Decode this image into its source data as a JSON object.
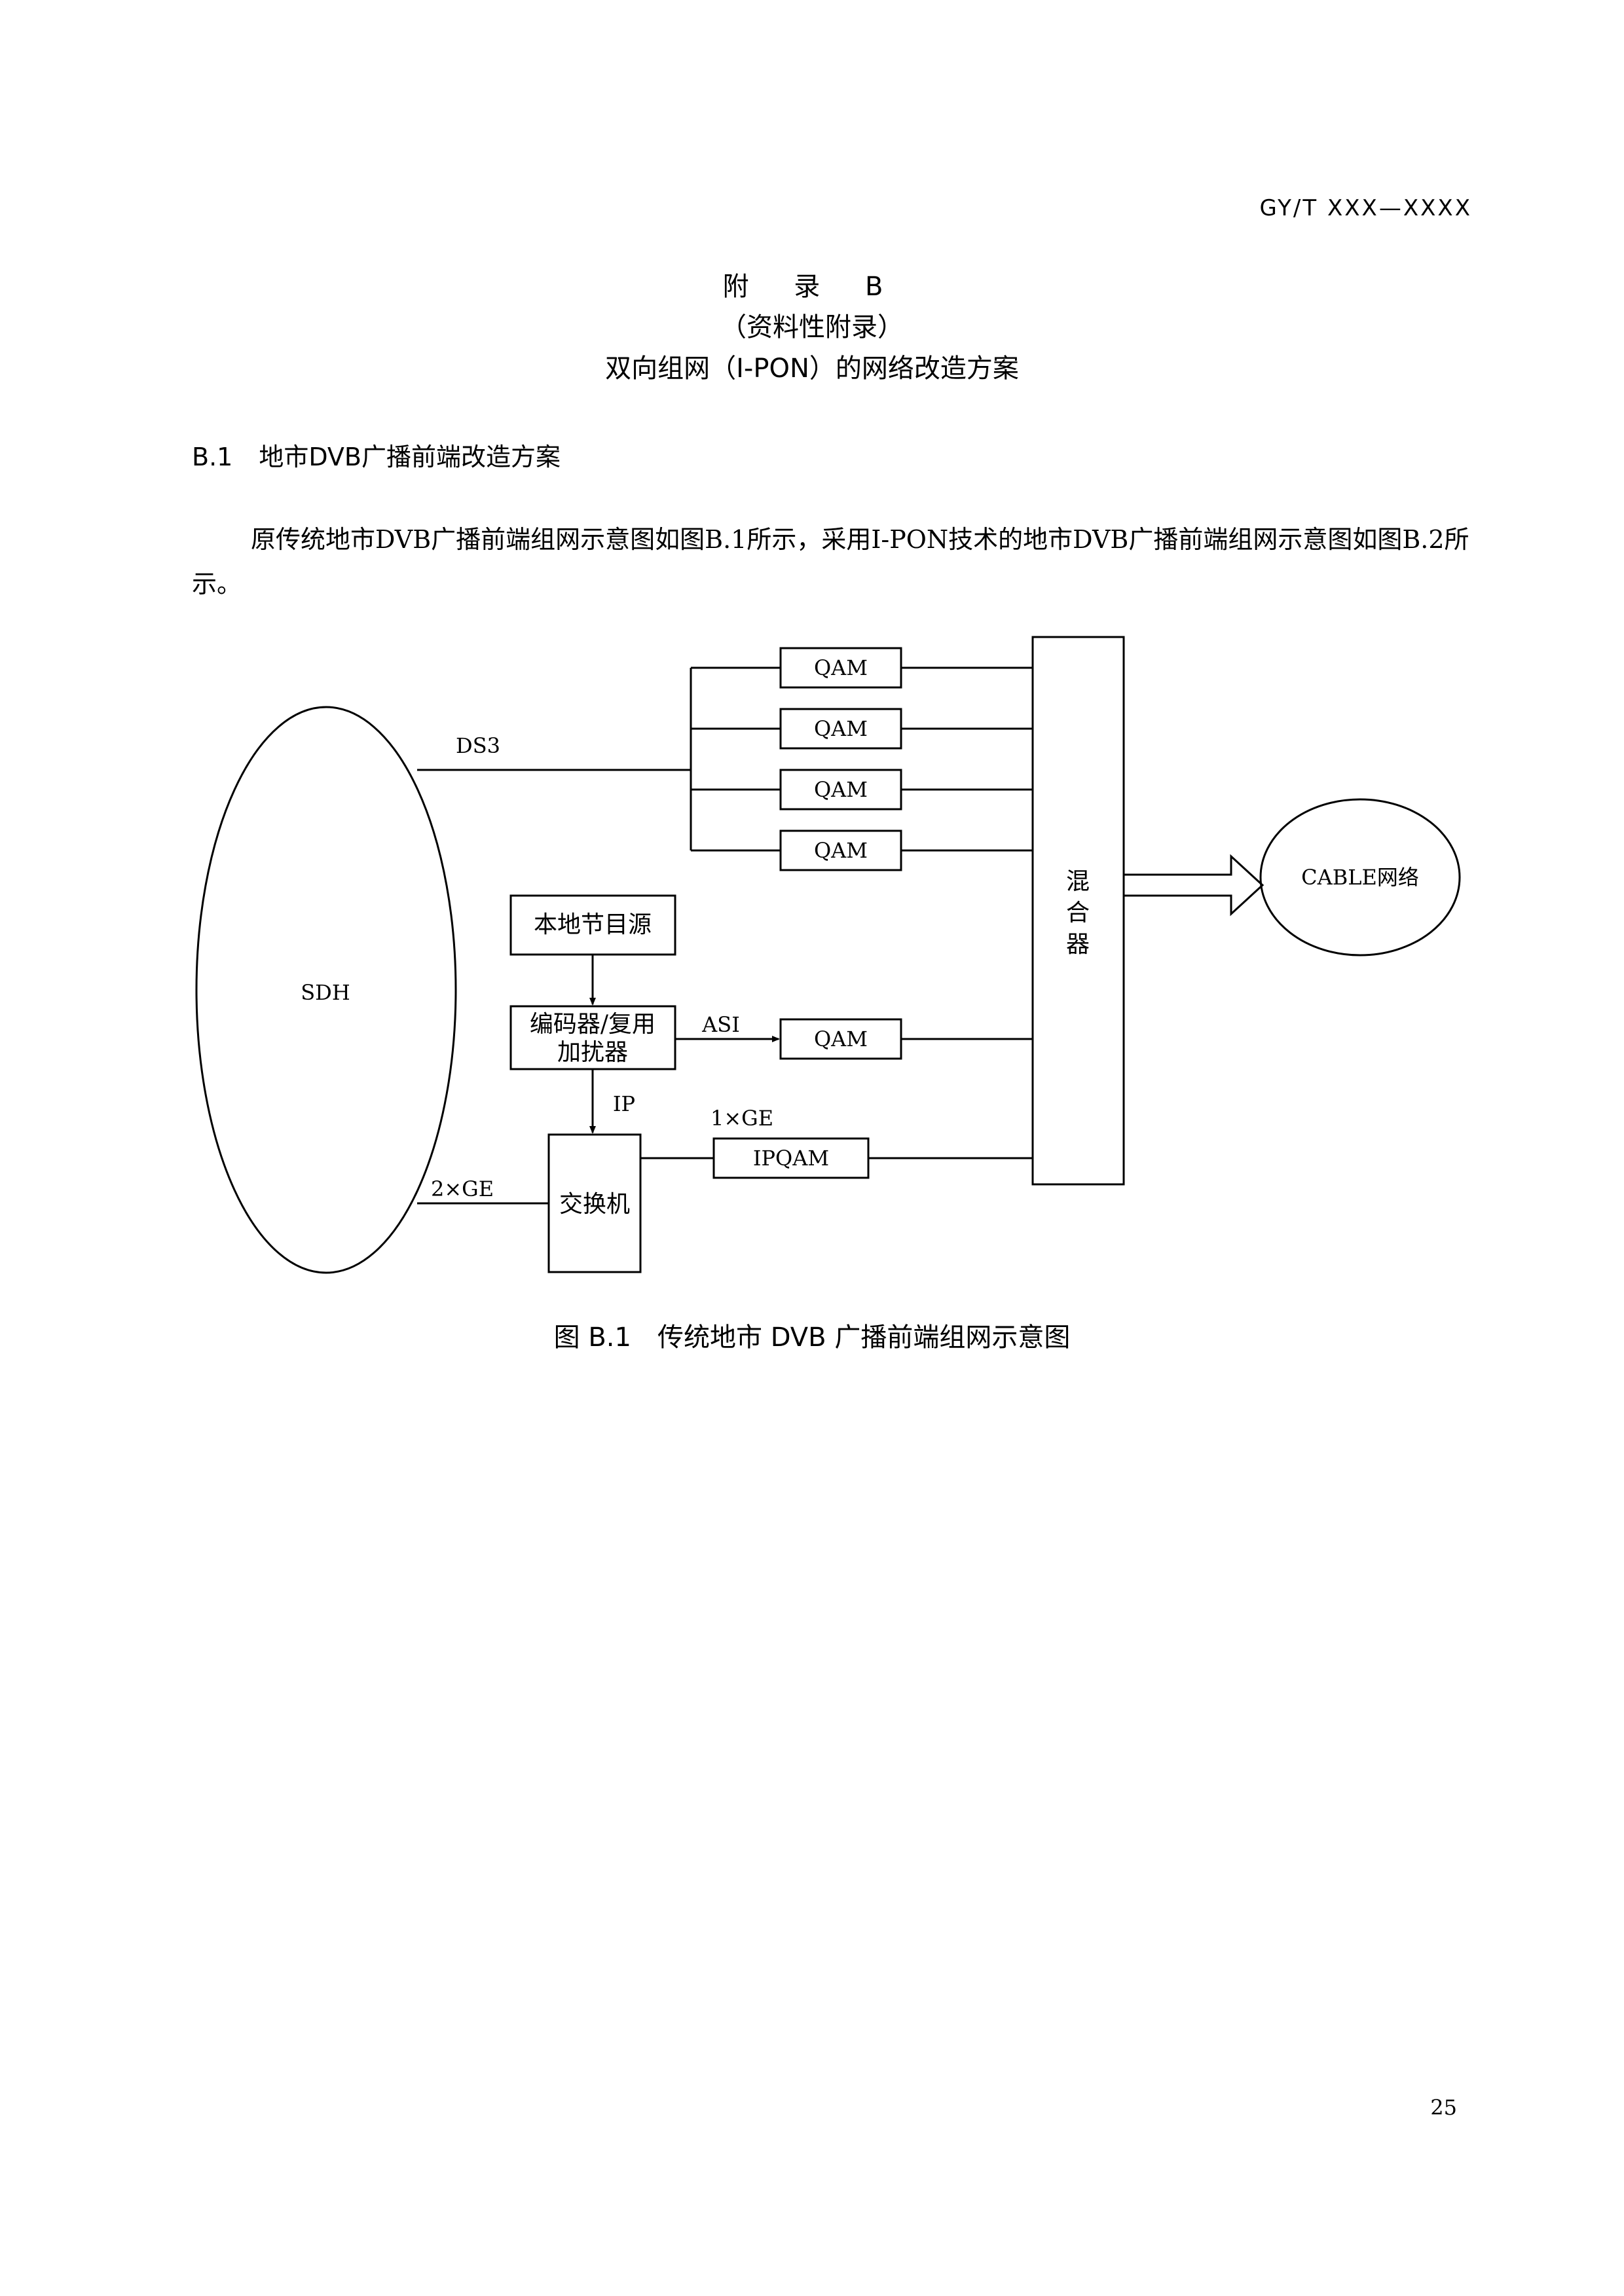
{
  "header": {
    "doc_code": "GY/T XXX—XXXX"
  },
  "appendix": {
    "title": "附 录 B",
    "subtitle": "（资料性附录）",
    "name": "双向组网（I-PON）的网络改造方案"
  },
  "section": {
    "number": "B.1",
    "title": "地市DVB广播前端改造方案",
    "paragraph": "原传统地市DVB广播前端组网示意图如图B.1所示，采用I-PON技术的地市DVB广播前端组网示意图如图B.2所示。"
  },
  "diagram": {
    "sdh_label": "SDH",
    "ds3_label": "DS3",
    "qam_labels": [
      "QAM",
      "QAM",
      "QAM",
      "QAM"
    ],
    "mixer_label": "混合器",
    "cable_label": "CABLE网络",
    "source_label": "本地节目源",
    "encoder_label_line1": "编码器/复用",
    "encoder_label_line2": "加扰器",
    "asi_label": "ASI",
    "asi_qam_label": "QAM",
    "ip_label": "IP",
    "ge1_label": "1×GE",
    "ipqam_label": "IPQAM",
    "ge2_label": "2×GE",
    "switch_label": "交换机"
  },
  "figure": {
    "number": "图 B.1",
    "caption": "传统地市 DVB 广播前端组网示意图"
  },
  "page_number": "25"
}
